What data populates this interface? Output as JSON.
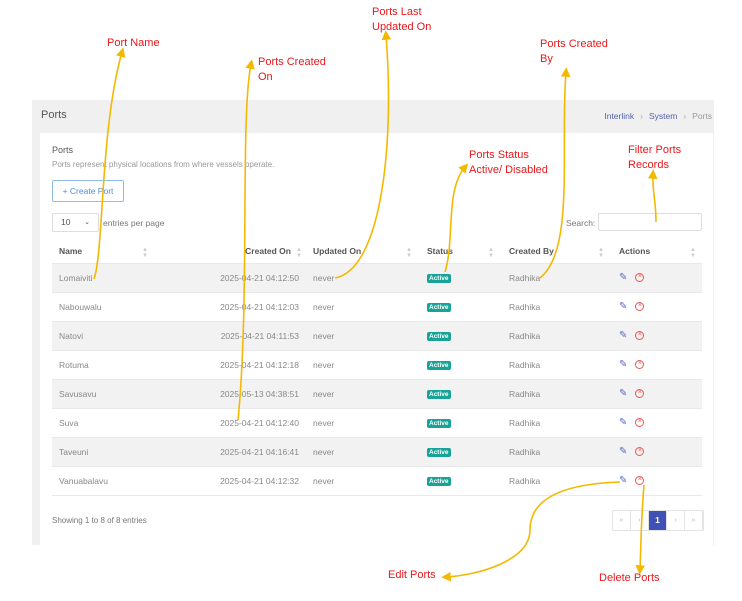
{
  "page": {
    "title": "Ports",
    "breadcrumb": [
      "Interlink",
      "System",
      "Ports"
    ]
  },
  "card": {
    "title": "Ports",
    "description": "Ports represent physical locations from where vessels operate.",
    "create_label": "+ Create Port",
    "entries_value": "10",
    "entries_label": "entries per page",
    "search_label": "Search:",
    "search_value": ""
  },
  "table": {
    "columns": [
      "Name",
      "Created On",
      "Updated On",
      "Status",
      "Created By",
      "Actions"
    ],
    "rows": [
      {
        "name": "Lomaiviti",
        "created": "2025-04-21 04:12:50",
        "updated": "never",
        "status": "Active",
        "by": "Radhika"
      },
      {
        "name": "Nabouwalu",
        "created": "2025-04-21 04:12:03",
        "updated": "never",
        "status": "Active",
        "by": "Radhika"
      },
      {
        "name": "Natovi",
        "created": "2025-04-21 04:11:53",
        "updated": "never",
        "status": "Active",
        "by": "Radhika"
      },
      {
        "name": "Rotuma",
        "created": "2025-04-21 04:12:18",
        "updated": "never",
        "status": "Active",
        "by": "Radhika"
      },
      {
        "name": "Savusavu",
        "created": "2025-05-13 04:38:51",
        "updated": "never",
        "status": "Active",
        "by": "Radhika"
      },
      {
        "name": "Suva",
        "created": "2025-04-21 04:12:40",
        "updated": "never",
        "status": "Active",
        "by": "Radhika"
      },
      {
        "name": "Taveuni",
        "created": "2025-04-21 04:16:41",
        "updated": "never",
        "status": "Active",
        "by": "Radhika"
      },
      {
        "name": "Vanuabalavu",
        "created": "2025-04-21 04:12:32",
        "updated": "never",
        "status": "Active",
        "by": "Radhika"
      }
    ]
  },
  "footer": {
    "info": "Showing 1 to 8 of 8 entries",
    "pages": [
      "«",
      "‹",
      "1",
      "›",
      "»"
    ],
    "current_page": "1"
  },
  "annotations": {
    "port_name": "Port Name",
    "created_on": "Ports Created On",
    "updated_on": "Ports Last Updated On",
    "created_by": "Ports Created By",
    "status": "Ports Status Active/ Disabled",
    "filter": "Filter Ports Records",
    "edit": "Edit Ports",
    "delete": "Delete Ports"
  },
  "colors": {
    "accent": "#3f51b5",
    "active_badge": "#17a398",
    "annotation_text": "#e8181b",
    "annotation_arrow": "#f5b800",
    "delete": "#ee5555",
    "edit": "#5a66c8"
  },
  "icons": {
    "edit": "pencil-icon",
    "delete": "circle-x-icon",
    "sort": "sort-arrows-icon"
  }
}
